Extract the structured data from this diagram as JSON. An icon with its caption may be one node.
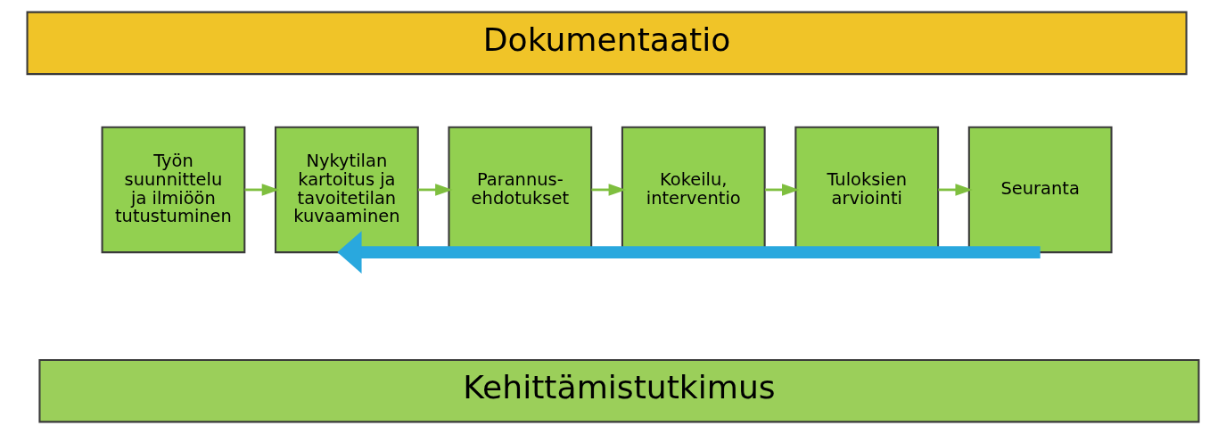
{
  "diagram": {
    "nodes": [
      {
        "text": [
          "Dokumentaatio"
        ]
      },
      {
        "text": [
          "Työn suunnittelu ja ilmiöön tutustuminen"
        ]
      },
      {
        "text": [
          "Nykytilan kartoitus ja tavoitetilan kuvaaminen"
        ]
      },
      {
        "text": [
          "Parannus-ehdotukset"
        ]
      },
      {
        "text": [
          "Kokeilu, interventio"
        ]
      },
      {
        "text": [
          "Tuloksien arviointi"
        ]
      },
      {
        "text": [
          "Seuranta"
        ]
      },
      {
        "text": [
          "Kehittämistutkimus"
        ]
      }
    ],
    "edges": [
      {
        "from": 1,
        "to": 2,
        "arrow": "to"
      },
      {
        "from": 2,
        "to": 3,
        "arrow": "to"
      },
      {
        "from": 3,
        "to": 4,
        "arrow": "to"
      },
      {
        "from": 4,
        "to": 5,
        "arrow": "to"
      },
      {
        "from": 5,
        "to": 6,
        "arrow": "to"
      },
      {
        "from": 6,
        "to": 2,
        "arrow": "to",
        "style": "thick",
        "color": "#29a8de"
      }
    ]
  }
}
